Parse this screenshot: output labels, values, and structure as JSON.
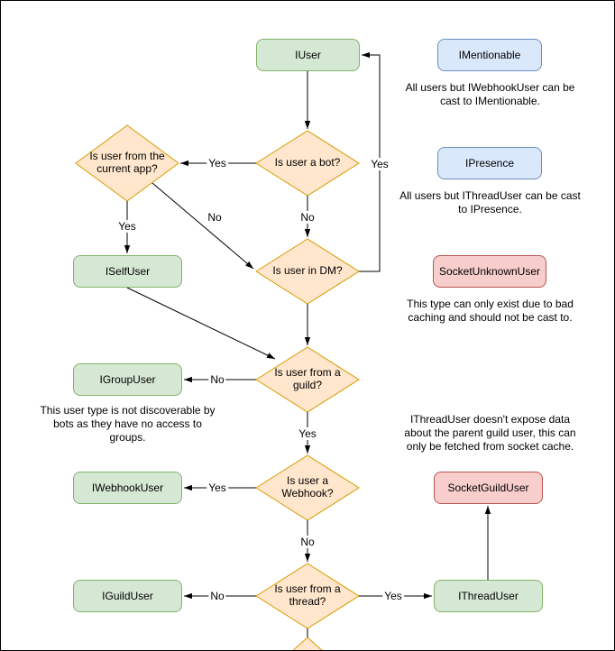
{
  "palette": {
    "green_fill": "#d5e8d4",
    "green_stroke": "#82b366",
    "blue_fill": "#dae8fc",
    "blue_stroke": "#6c8ebf",
    "red_fill": "#f8cecc",
    "red_stroke": "#b85450",
    "orange_fill": "#ffe6cc",
    "orange_stroke": "#d79b00",
    "line": "#000000",
    "background": "#ffffff"
  },
  "nodes": {
    "iuser": "IUser",
    "imentionable": "IMentionable",
    "ipresence": "IPresence",
    "socket_unknown_user": "SocketUnknownUser",
    "iself_user": "ISelfUser",
    "igroup_user": "IGroupUser",
    "iwebhook_user": "IWebhookUser",
    "iguild_user": "IGuildUser",
    "socket_guild_user": "SocketGuildUser",
    "ithread_user": "IThreadUser"
  },
  "decisions": {
    "is_bot": "Is user a bot?",
    "from_current_app": "Is user from the current app?",
    "in_dm": "Is user in DM?",
    "from_guild": "Is user from a guild?",
    "is_webhook": "Is user a Webhook?",
    "from_thread": "Is user from a thread?"
  },
  "edge_labels": {
    "bot_to_app": "Yes",
    "dm_to_iuser": "Yes",
    "bot_to_dm": "No",
    "app_to_dm": "No",
    "app_to_self": "Yes",
    "guild_to_group": "No",
    "guild_to_webhook": "Yes",
    "webhook_to_iwebhook": "Yes",
    "webhook_to_thread": "No",
    "thread_to_iguild": "No",
    "thread_to_ithread": "Yes"
  },
  "notes": {
    "imentionable": "All users but IWebhookUser can be cast to IMentionable.",
    "ipresence": "All users but IThreadUser can be cast to IPresence.",
    "socket_unknown_user": "This type can only exist due to bad caching and should not be cast to.",
    "igroup_user": "This user type is not discoverable by bots as they have no access to groups.",
    "socket_guild_user": "IThreadUser doesn't expose data about the parent guild user, this can only be fetched from socket cache."
  }
}
